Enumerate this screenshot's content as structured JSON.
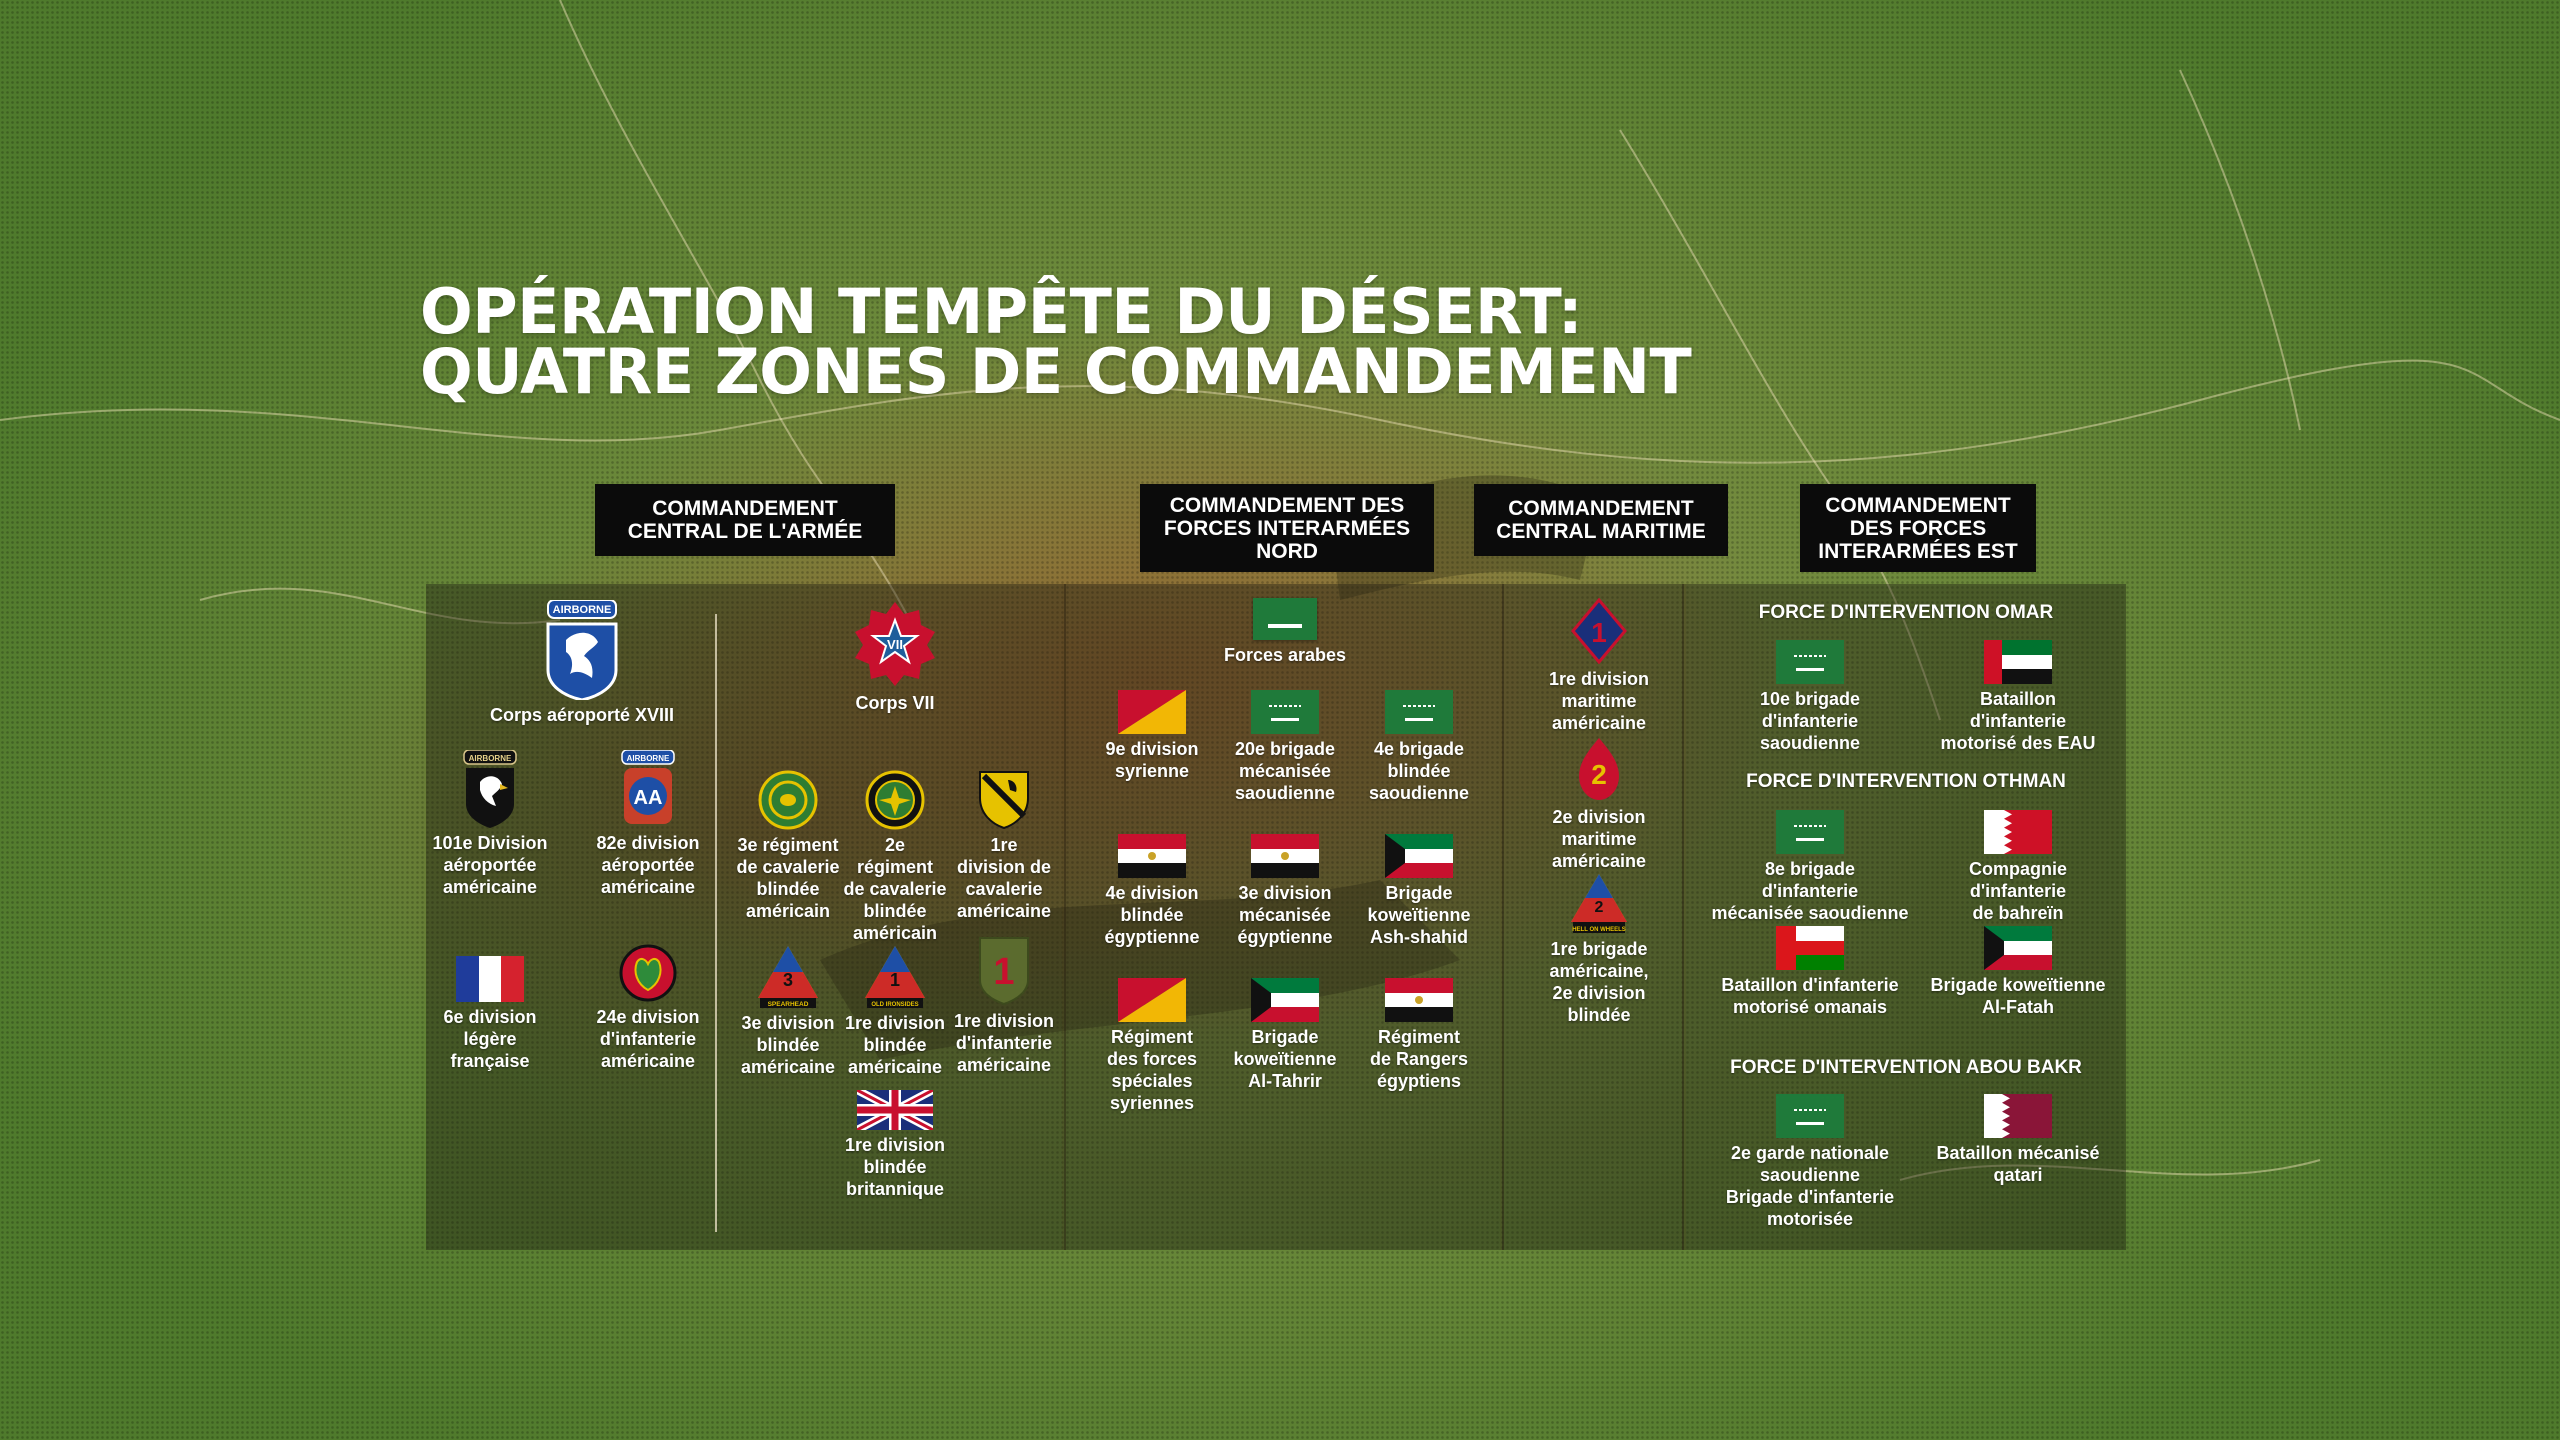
{
  "title": {
    "line1": "OPÉRATION TEMPÊTE DU DÉSERT:",
    "line2": "QUATRE ZONES DE COMMANDEMENT"
  },
  "headers": {
    "army": "COMMANDEMENT\nCENTRAL DE L'ARMÉE",
    "north": "COMMANDEMENT DES\nFORCES INTERARMÉES\nNORD",
    "maritime": "COMMANDEMENT\nCENTRAL MARITIME",
    "east": "COMMANDEMENT\nDES FORCES\nINTERARMÉES EST"
  },
  "army": {
    "xviii": {
      "label": "Corps aéroporté XVIII",
      "patch_text": "AIRBORNE",
      "units": [
        {
          "label": "101e Division\naéroportée\naméricaine",
          "patch_text": "AIRBORNE"
        },
        {
          "label": "82e division\naéroportée\naméricaine",
          "patch_text": "AA"
        },
        {
          "label": "6e division\nlégère\nfrançaise"
        },
        {
          "label": "24e division\nd'infanterie\naméricaine"
        }
      ]
    },
    "vii": {
      "label": "Corps VII",
      "units": [
        {
          "label": "3e régiment\nde cavalerie\nblindée\naméricain"
        },
        {
          "label": "2e\nrégiment\nde cavalerie\nblindée\naméricain"
        },
        {
          "label": "1re\ndivision de\ncavalerie\naméricaine"
        },
        {
          "label": "3e division\nblindée\naméricaine",
          "patch_text": "SPEARHEAD",
          "num": "3"
        },
        {
          "label": "1re division\nblindée\naméricaine",
          "patch_text": "OLD IRONSIDES",
          "num": "1"
        },
        {
          "label": "1re division\nd'infanterie\naméricaine",
          "num": "1"
        },
        {
          "label": "1re division\nblindée\nbritannique"
        }
      ]
    }
  },
  "north": {
    "arab": {
      "label": "Forces arabes"
    },
    "units": [
      {
        "label": "9e division\nsyrienne",
        "flag": "special-forces"
      },
      {
        "label": "20e brigade\nmécanisée\nsaoudienne",
        "flag": "saudi"
      },
      {
        "label": "4e brigade\nblindée\nsaoudienne",
        "flag": "saudi"
      },
      {
        "label": "4e division\nblindée\négyptienne",
        "flag": "egypt"
      },
      {
        "label": "3e division\nmécanisée\négyptienne",
        "flag": "egypt"
      },
      {
        "label": "Brigade\nkoweïtienne\nAsh-shahid",
        "flag": "kuwait"
      },
      {
        "label": "Régiment\ndes forces\nspéciales\nsyriennes",
        "flag": "special-forces"
      },
      {
        "label": "Brigade\nkoweïtienne\nAl-Tahrir",
        "flag": "kuwait"
      },
      {
        "label": "Régiment\nde Rangers\négyptiens",
        "flag": "egypt"
      }
    ]
  },
  "maritime": {
    "units": [
      {
        "label": "1re division\nmaritime\naméricaine",
        "num": "1"
      },
      {
        "label": "2e division\nmaritime\naméricaine",
        "num": "2"
      },
      {
        "label": "1re brigade\naméricaine,\n2e division\nblindée",
        "num": "2",
        "patch_text": "HELL ON WHEELS"
      }
    ]
  },
  "east": {
    "omar": {
      "title": "FORCE D'INTERVENTION OMAR",
      "units": [
        {
          "label": "10e brigade\nd'infanterie\nsaoudienne",
          "flag": "saudi"
        },
        {
          "label": "Bataillon\nd'infanterie\nmotorisé des EAU",
          "flag": "uae"
        }
      ]
    },
    "othman": {
      "title": "FORCE D'INTERVENTION OTHMAN",
      "units": [
        {
          "label": "8e brigade\nd'infanterie\nmécanisée saoudienne",
          "flag": "saudi"
        },
        {
          "label": "Compagnie\nd'infanterie\nde bahreïn",
          "flag": "bahrain"
        },
        {
          "label": "Bataillon d'infanterie\nmotorisé omanais",
          "flag": "oman"
        },
        {
          "label": "Brigade koweïtienne\nAl-Fatah",
          "flag": "kuwait"
        }
      ]
    },
    "abou_bakr": {
      "title": "FORCE D'INTERVENTION ABOU BAKR",
      "units": [
        {
          "label": "2e garde nationale\nsaoudienne\nBrigade d'infanterie\nmotorisée",
          "flag": "saudi"
        },
        {
          "label": "Bataillon mécanisé\nqatari",
          "flag": "qatar"
        }
      ]
    }
  },
  "colors": {
    "header_bg": "#0b0b0b",
    "text": "#ffffff",
    "saudi_green": "#1f7a3a",
    "egypt_red": "#c8102e",
    "kuwait_green": "#007a3d",
    "qatar_maroon": "#8a1538",
    "special_forces_red": "#c8102e",
    "special_forces_yellow": "#f2b705"
  }
}
